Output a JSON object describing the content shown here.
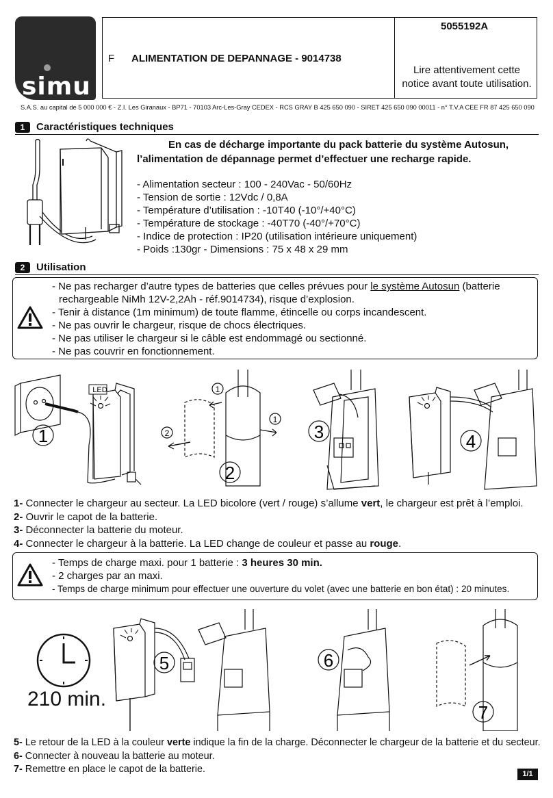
{
  "header": {
    "logo_text": "simu",
    "language": "F",
    "title": "ALIMENTATION DE DEPANNAGE - 9014738",
    "reference": "5055192A",
    "read_first": [
      "Lire attentivement cette",
      "notice avant toute utilisation."
    ]
  },
  "legal": "S.A.S. au capital de 5 000 000 € - Z.I. Les Giranaux - BP71 - 70103 Arc-Les-Gray CEDEX - RCS GRAY B 425 650 090 - SIRET 425 650 090 00011 - n° T.V.A CEE FR 87 425 650 090",
  "section1": {
    "number": "1",
    "title": "Caractéristiques techniques",
    "intro_line1": "En cas de décharge importante du pack batterie du système Autosun,",
    "intro_line2": "l’alimentation de dépannage permet d’effectuer une recharge rapide.",
    "specs": [
      "- Alimentation secteur : 100 - 240Vac - 50/60Hz",
      "- Tension de sortie : 12Vdc / 0,8A",
      "- Température d’utilisation : -10T40 (-10°/+40°C)",
      "- Température de stockage : -40T70 (-40°/+70°C)",
      "- Indice de protection : IP20 (utilisation intérieure uniquement)",
      "- Poids :130gr - Dimensions : 75 x 48 x 29 mm"
    ]
  },
  "section2": {
    "number": "2",
    "title": "Utilisation",
    "warnings": {
      "line1_pre": "- Ne pas recharger d’autre types de batteries que celles prévues pour ",
      "line1_link": "le système Autosun",
      "line1_post": " (batterie",
      "line2": "rechargeable NiMh 12V-2,2Ah - réf.9014734), risque d’explosion.",
      "line3": "- Tenir à distance (1m minimum) de toute flamme, étincelle ou corps incandescent.",
      "line4": "- Ne pas ouvrir le chargeur, risque de chocs électriques.",
      "line5": "- Ne pas utiliser le chargeur si le câble est endommagé ou sectionné.",
      "line6": "- Ne pas couvrir en fonctionnement."
    }
  },
  "figures_top": {
    "led_label": "LED",
    "fig1": "1",
    "fig2": "2",
    "fig3": "3",
    "fig4": "4",
    "arrow_a": "1",
    "arrow_b": "1",
    "arrow_c": "2"
  },
  "steps_a": {
    "s1_num": "1-",
    "s1_pre": " Connecter le chargeur au secteur. La LED bicolore (vert / rouge) s’allume ",
    "s1_bold": "vert",
    "s1_post": ", le chargeur est prêt à l’emploi.",
    "s2_num": "2-",
    "s2_text": " Ouvrir le capot de la batterie.",
    "s3_num": "3-",
    "s3_text": " Déconnecter la batterie du moteur.",
    "s4_num": "4-",
    "s4_pre": " Connecter le chargeur à la batterie. La LED change de couleur et passe au ",
    "s4_bold": "rouge",
    "s4_post": "."
  },
  "charge_box": {
    "l1_pre": "- Temps de charge maxi. pour 1 batterie : ",
    "l1_bold": "3 heures 30 min.",
    "l2": "- 2 charges par an maxi.",
    "l3": "- Temps de charge minimum pour effectuer une ouverture du volet (avec une batterie en bon état) : 20 minutes."
  },
  "figures_bottom": {
    "duration": "210 min.",
    "fig5": "5",
    "fig6": "6",
    "fig7": "7"
  },
  "steps_b": {
    "s5_num": "5-",
    "s5_pre": " Le retour de la LED à la couleur ",
    "s5_bold": "verte",
    "s5_post": " indique la fin de la charge. Déconnecter le chargeur de la batterie et du secteur.",
    "s6_num": "6-",
    "s6_text": " Connecter à nouveau la batterie au moteur.",
    "s7_num": "7-",
    "s7_text": " Remettre en place le capot de la batterie."
  },
  "page": "1/1"
}
